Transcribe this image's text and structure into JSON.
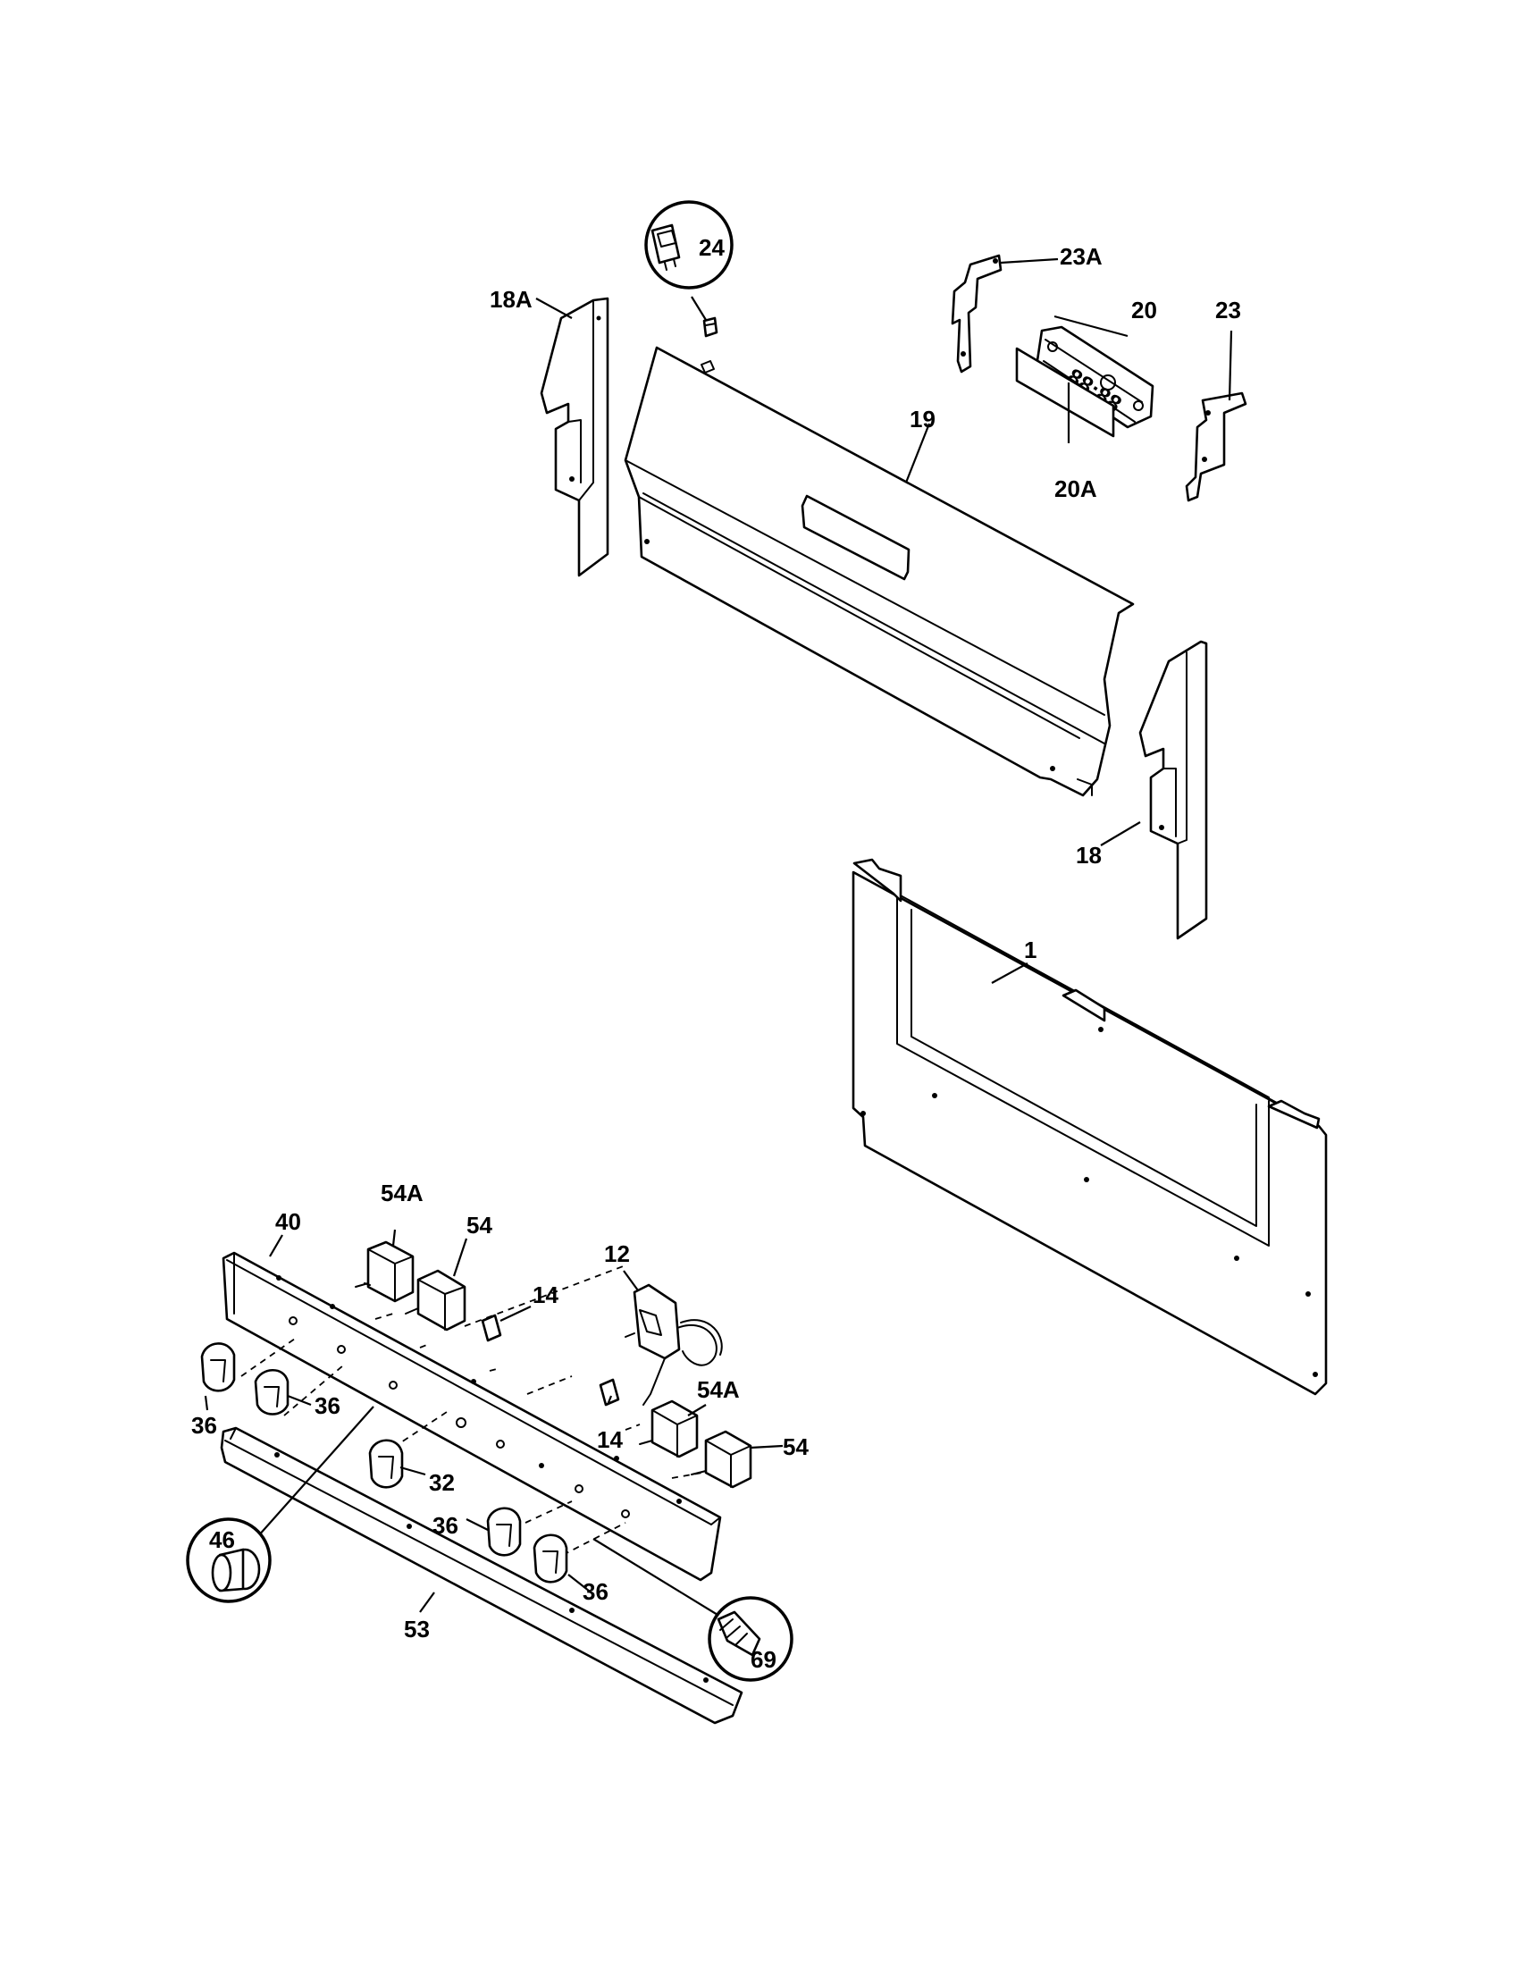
{
  "callouts": {
    "c1": "1",
    "c12": "12",
    "c14a": "14",
    "c14b": "14",
    "c18": "18",
    "c18a": "18A",
    "c19": "19",
    "c20": "20",
    "c20a": "20A",
    "c23": "23",
    "c23a": "23A",
    "c24": "24",
    "c32": "32",
    "c36a": "36",
    "c36b": "36",
    "c36c": "36",
    "c36d": "36",
    "c40": "40",
    "c46": "46",
    "c53": "53",
    "c54a": "54",
    "c54b": "54",
    "c54aa": "54A",
    "c54ab": "54A",
    "c69": "69"
  },
  "display_readout": "88:88"
}
